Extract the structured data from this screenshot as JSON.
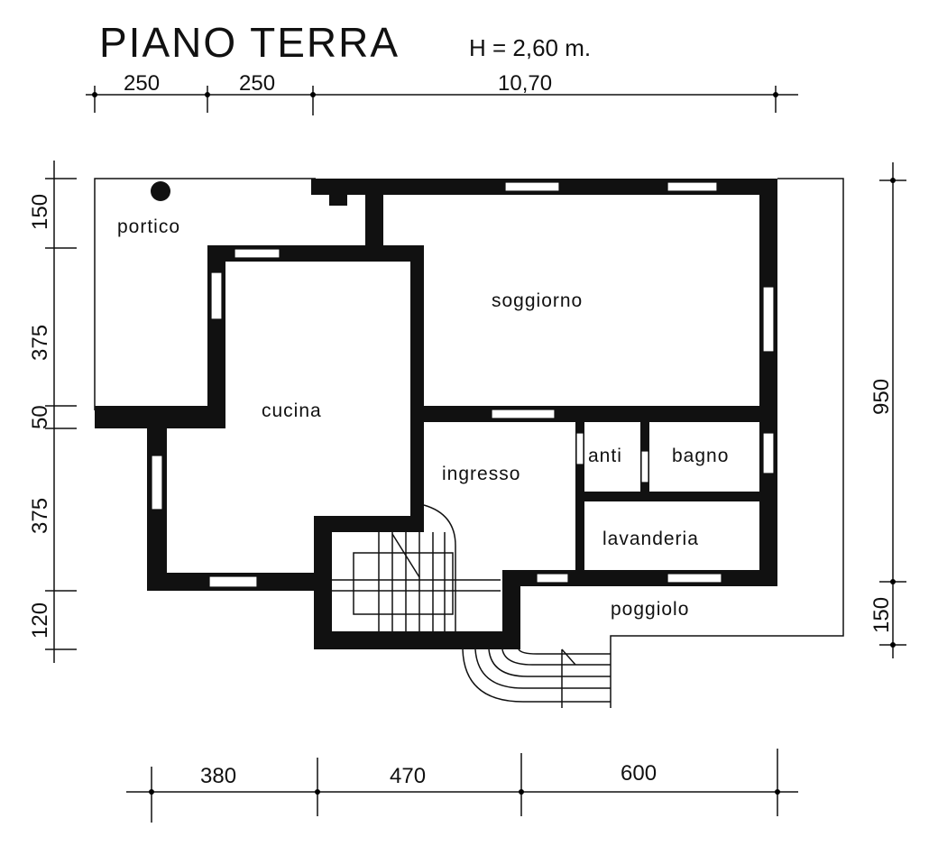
{
  "title": "PIANO TERRA",
  "height_note": "H = 2,60 m.",
  "dimensions": {
    "top": [
      "250",
      "250",
      "10,70"
    ],
    "left": [
      "150",
      "375",
      "50",
      "375",
      "120"
    ],
    "right": [
      "950",
      "150"
    ],
    "bottom": [
      "380",
      "470",
      "600"
    ]
  },
  "rooms": {
    "portico": "portico",
    "soggiorno": "soggiorno",
    "cucina": "cucina",
    "ingresso": "ingresso",
    "anti": "anti",
    "bagno": "bagno",
    "lavanderia": "lavanderia",
    "poggiolo": "poggiolo"
  }
}
